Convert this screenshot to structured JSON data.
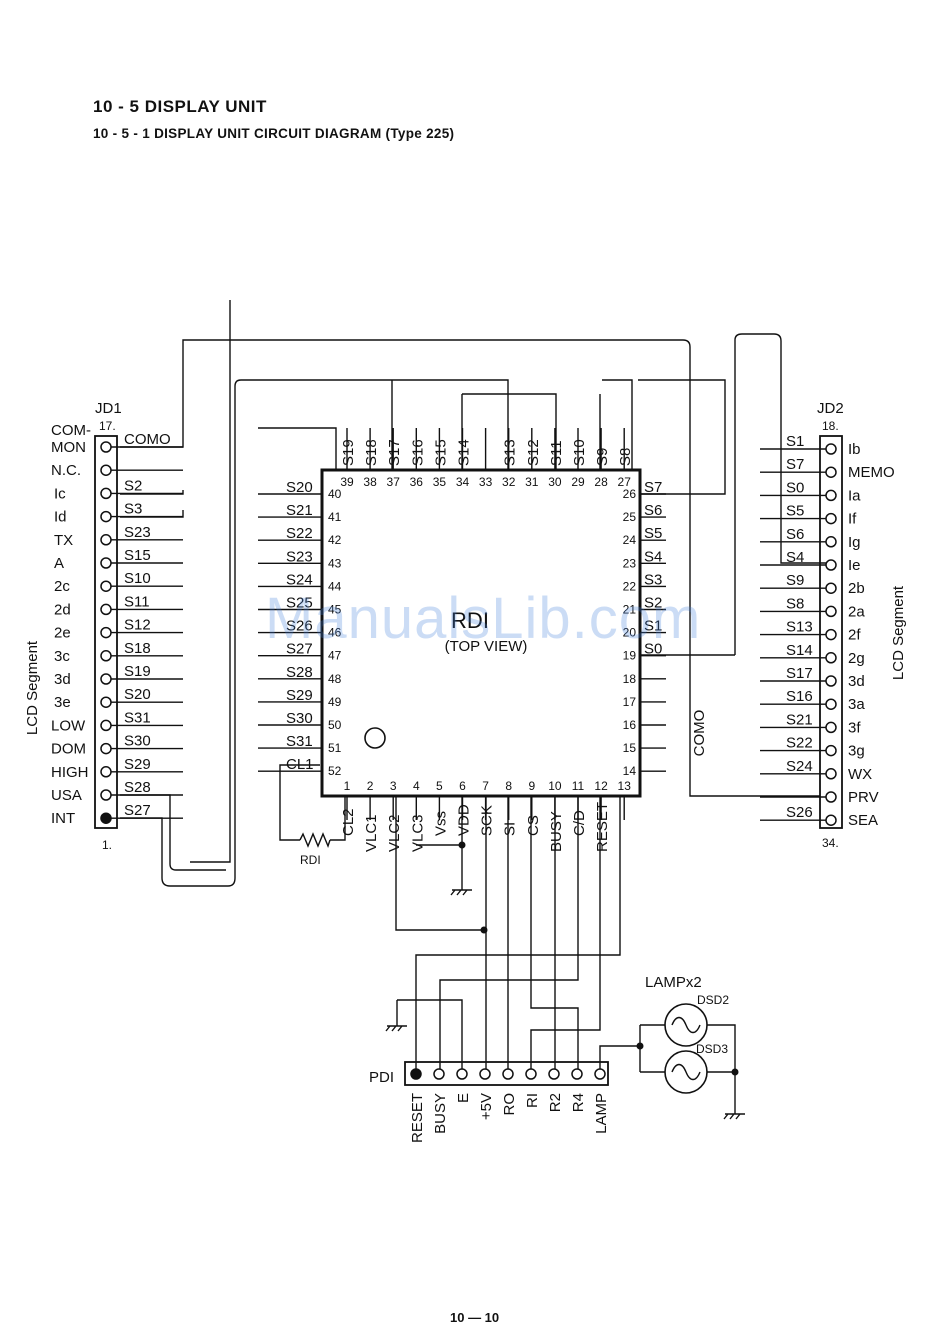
{
  "heading": "10 - 5  DISPLAY UNIT",
  "subheading": "10 - 5 - 1  DISPLAY UNIT CIRCUIT DIAGRAM (Type 225)",
  "footer": "10 — 10",
  "watermark": "ManualsLib.com",
  "ic": {
    "ref": "RDI",
    "view": "(TOP VIEW)",
    "left_pins": [
      {
        "num": "40",
        "sig": "S20"
      },
      {
        "num": "41",
        "sig": "S21"
      },
      {
        "num": "42",
        "sig": "S22"
      },
      {
        "num": "43",
        "sig": "S23"
      },
      {
        "num": "44",
        "sig": "S24"
      },
      {
        "num": "45",
        "sig": "S25"
      },
      {
        "num": "46",
        "sig": "S26"
      },
      {
        "num": "47",
        "sig": "S27"
      },
      {
        "num": "48",
        "sig": "S28"
      },
      {
        "num": "49",
        "sig": "S29"
      },
      {
        "num": "50",
        "sig": "S30"
      },
      {
        "num": "51",
        "sig": "S31"
      },
      {
        "num": "52",
        "sig": "CL1"
      }
    ],
    "right_pins": [
      {
        "num": "26",
        "sig": "S7"
      },
      {
        "num": "25",
        "sig": "S6"
      },
      {
        "num": "24",
        "sig": "S5"
      },
      {
        "num": "23",
        "sig": "S4"
      },
      {
        "num": "22",
        "sig": "S3"
      },
      {
        "num": "21",
        "sig": "S2"
      },
      {
        "num": "20",
        "sig": "S1"
      },
      {
        "num": "19",
        "sig": "S0"
      },
      {
        "num": "18",
        "sig": ""
      },
      {
        "num": "17",
        "sig": ""
      },
      {
        "num": "16",
        "sig": ""
      },
      {
        "num": "15",
        "sig": ""
      },
      {
        "num": "14",
        "sig": ""
      }
    ],
    "top_pins": [
      {
        "num": "39",
        "sig": "S19"
      },
      {
        "num": "38",
        "sig": "S18"
      },
      {
        "num": "37",
        "sig": "S17"
      },
      {
        "num": "36",
        "sig": "S16"
      },
      {
        "num": "35",
        "sig": "S15"
      },
      {
        "num": "34",
        "sig": "S14"
      },
      {
        "num": "33",
        "sig": ""
      },
      {
        "num": "32",
        "sig": "S13"
      },
      {
        "num": "31",
        "sig": "S12"
      },
      {
        "num": "30",
        "sig": "S11"
      },
      {
        "num": "29",
        "sig": "S10"
      },
      {
        "num": "28",
        "sig": "S9"
      },
      {
        "num": "27",
        "sig": "S8"
      }
    ],
    "bottom_pins": [
      {
        "num": "1",
        "sig": "CL2"
      },
      {
        "num": "2",
        "sig": "VLC1"
      },
      {
        "num": "3",
        "sig": "VLC2"
      },
      {
        "num": "4",
        "sig": "VLC3"
      },
      {
        "num": "5",
        "sig": "Vss"
      },
      {
        "num": "6",
        "sig": "VDD"
      },
      {
        "num": "7",
        "sig": "SCK"
      },
      {
        "num": "8",
        "sig": "SI"
      },
      {
        "num": "9",
        "sig": "CS"
      },
      {
        "num": "10",
        "sig": "BUSY"
      },
      {
        "num": "11",
        "sig": "C/D"
      },
      {
        "num": "12",
        "sig": "RESET"
      },
      {
        "num": "13",
        "sig": ""
      }
    ]
  },
  "jd1": {
    "name": "JD1",
    "top_index": "17.",
    "bottom_index": "1.",
    "side_label": "LCD Segment",
    "rows": [
      {
        "label": "COM-\nMON",
        "sig": "COMO"
      },
      {
        "label": "N.C.",
        "sig": ""
      },
      {
        "label": "Ic",
        "sig": "S2"
      },
      {
        "label": "Id",
        "sig": "S3"
      },
      {
        "label": "TX",
        "sig": "S23"
      },
      {
        "label": "A",
        "sig": "S15"
      },
      {
        "label": "2c",
        "sig": "S10"
      },
      {
        "label": "2d",
        "sig": "S11"
      },
      {
        "label": "2e",
        "sig": "S12"
      },
      {
        "label": "3c",
        "sig": "S18"
      },
      {
        "label": "3d",
        "sig": "S19"
      },
      {
        "label": "3e",
        "sig": "S20"
      },
      {
        "label": "LOW",
        "sig": "S31"
      },
      {
        "label": "DOM",
        "sig": "S30"
      },
      {
        "label": "HIGH",
        "sig": "S29"
      },
      {
        "label": "USA",
        "sig": "S28"
      },
      {
        "label": "INT",
        "sig": "S27"
      }
    ]
  },
  "jd2": {
    "name": "JD2",
    "top_index": "18.",
    "bottom_index": "34.",
    "side_label": "LCD Segment",
    "rows": [
      {
        "label": "Ib",
        "sig": "S1"
      },
      {
        "label": "MEMO",
        "sig": "S7"
      },
      {
        "label": "Ia",
        "sig": "S0"
      },
      {
        "label": "If",
        "sig": "S5"
      },
      {
        "label": "Ig",
        "sig": "S6"
      },
      {
        "label": "Ie",
        "sig": "S4"
      },
      {
        "label": "2b",
        "sig": "S9"
      },
      {
        "label": "2a",
        "sig": "S8"
      },
      {
        "label": "2f",
        "sig": "S13"
      },
      {
        "label": "2g",
        "sig": "S14"
      },
      {
        "label": "3d",
        "sig": "S17"
      },
      {
        "label": "3a",
        "sig": "S16"
      },
      {
        "label": "3f",
        "sig": "S21"
      },
      {
        "label": "3g",
        "sig": "S22"
      },
      {
        "label": "WX",
        "sig": "S24"
      },
      {
        "label": "PRV",
        "sig": ""
      },
      {
        "label": "SEA",
        "sig": "S26"
      }
    ]
  },
  "pd1": {
    "name": "PDI",
    "pins": [
      "RESET",
      "BUSY",
      "E",
      "+5V",
      "RO",
      "RI",
      "R2",
      "R4",
      "LAMP"
    ]
  },
  "resistor": "RDI",
  "como_label": "COMO",
  "lamps": {
    "title": "LAMPx2",
    "items": [
      "DSD2",
      "DSD3"
    ]
  }
}
